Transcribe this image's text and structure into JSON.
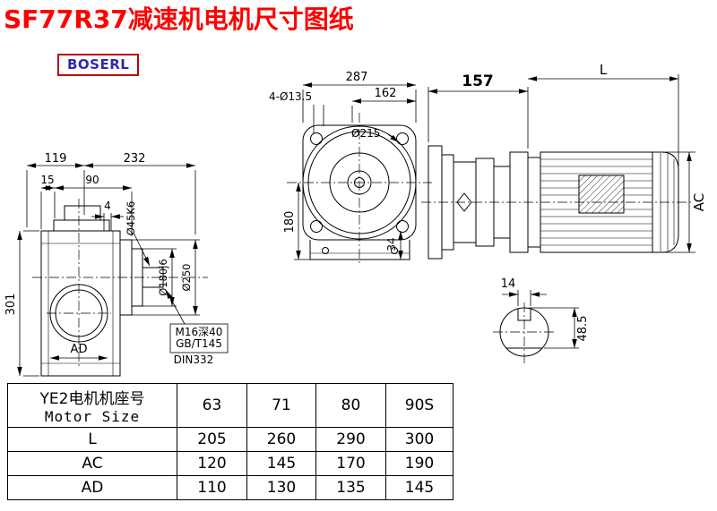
{
  "page": {
    "title": "SF77R37减速机电机尺寸图纸",
    "brand": "BOSERL"
  },
  "drawing": {
    "left_view": {
      "d119": "119",
      "d232": "232",
      "d15": "15",
      "d90": "90",
      "d4": "4",
      "d301": "301",
      "dAD": "AD",
      "shaft": "Ø45K6",
      "spigot": "Ø180j6",
      "flange": "Ø250",
      "tap_line1": "M16深40",
      "tap_line2": "GB/T145",
      "tap_line3": "DIN332"
    },
    "front_view": {
      "d287": "287",
      "d162": "162",
      "holes": "4-Ø13.5",
      "d215": "Ø215",
      "d180": "180",
      "d34": "34"
    },
    "side_view": {
      "d157": "157",
      "dL": "L",
      "dAC": "AC"
    },
    "shaft_section": {
      "d14": "14",
      "d485": "48.5"
    }
  },
  "table": {
    "header": {
      "line1": "YE2电机机座号",
      "line2": "Motor Size"
    },
    "sizes": [
      "63",
      "71",
      "80",
      "90S"
    ],
    "rows": [
      {
        "label": "L",
        "values": [
          "205",
          "260",
          "290",
          "300"
        ]
      },
      {
        "label": "AC",
        "values": [
          "120",
          "145",
          "170",
          "190"
        ]
      },
      {
        "label": "AD",
        "values": [
          "110",
          "130",
          "135",
          "145"
        ]
      }
    ]
  },
  "colors": {
    "title": "#fe0000",
    "logo_border": "#c00000",
    "logo_text": "#2b2bb0",
    "line": "#000000"
  }
}
